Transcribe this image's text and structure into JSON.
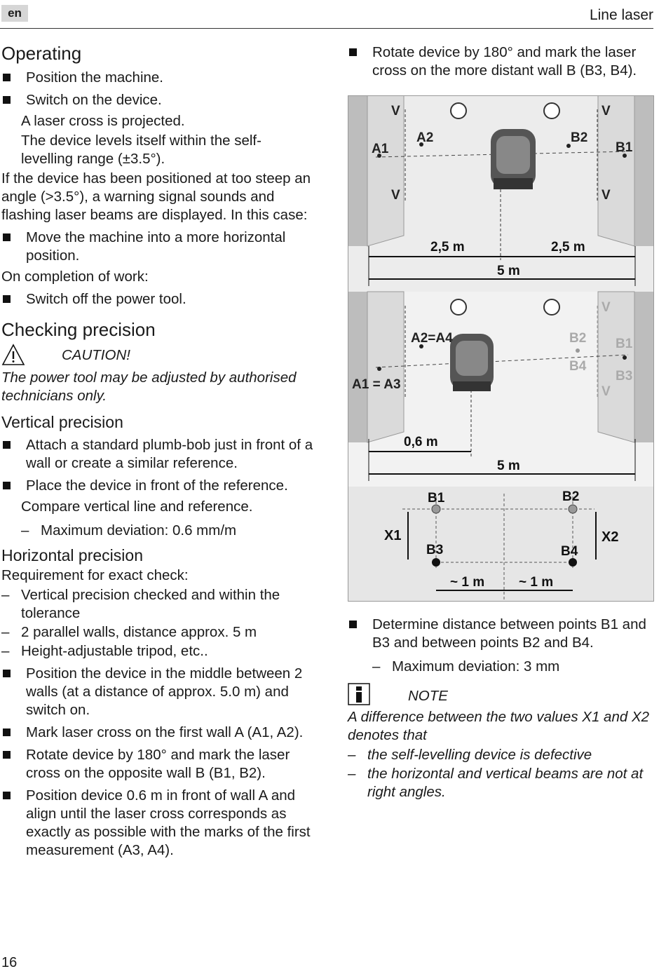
{
  "header": {
    "lang": "en",
    "title": "Line laser"
  },
  "page_number": "16",
  "left": {
    "operating_title": "Operating",
    "op_b1": "Position the machine.",
    "op_b2": "Switch on the device.",
    "op_i1": "A laser cross is projected.",
    "op_i2": "The device levels itself within the self-levelling range (±3.5°).",
    "op_p1": "If the device has been positioned at too steep an angle (>3.5°), a warning signal sounds and flashing laser beams are displayed. In this case:",
    "op_b3": "Move the machine into a more horizontal position.",
    "op_p2": "On completion of work:",
    "op_b4": "Switch off the power tool.",
    "checking_title": "Checking precision",
    "caution_label": "CAUTION!",
    "caution_text": "The power tool may be adjusted by authorised technicians only.",
    "vertical_title": "Vertical precision",
    "v_b1": "Attach a standard plumb-bob just in front of a wall or create a similar reference.",
    "v_b2": "Place the device in front of the reference.",
    "v_i1": "Compare vertical line and reference.",
    "v_d1": "Maximum deviation: 0.6 mm/m",
    "horizontal_title": "Horizontal precision",
    "h_p1": "Requirement for exact check:",
    "h_d1": "Vertical precision checked and within the tolerance",
    "h_d2": "2 parallel walls, distance approx. 5 m",
    "h_d3": "Height-adjustable tripod, etc..",
    "h_b1": "Position the device in the middle between 2 walls (at a distance of approx. 5.0 m) and switch on.",
    "h_b2": "Mark laser cross on the first wall A (A1, A2).",
    "h_b3": "Rotate device by 180° and mark the laser cross on the opposite wall B (B1, B2).",
    "h_b4": "Position device 0.6 m in front of wall A and align until the laser cross corresponds as exactly as possible with the marks of the first measurement (A3, A4)."
  },
  "right": {
    "r_b1": "Rotate device by 180° and mark the laser cross on the more distant wall B (B3, B4).",
    "r_b2": "Determine distance between points B1 and B3 and between points B2 and B4.",
    "r_d1": "Maximum deviation: 3 mm",
    "note_label": "NOTE",
    "note_text": "A difference between the two values X1 and X2 denotes that",
    "note_d1": "the self-levelling device is defective",
    "note_d2": "the horizontal and vertical beams are not at right angles."
  },
  "diagram": {
    "p1": {
      "v": "V",
      "a1": "A1",
      "a2": "A2",
      "b1": "B1",
      "b2": "B2",
      "dim_half": "2,5 m",
      "dim_full": "5 m"
    },
    "p2": {
      "v": "V",
      "a2a4": "A2=A4",
      "a1a3": "A1 = A3",
      "b2": "B2",
      "b4": "B4",
      "b1": "B1",
      "b3": "B3",
      "dim_near": "0,6 m",
      "dim_full": "5 m"
    },
    "p3": {
      "b1": "B1",
      "b2": "B2",
      "b3": "B3",
      "b4": "B4",
      "x1": "X1",
      "x2": "X2",
      "dim": "~ 1 m"
    }
  }
}
